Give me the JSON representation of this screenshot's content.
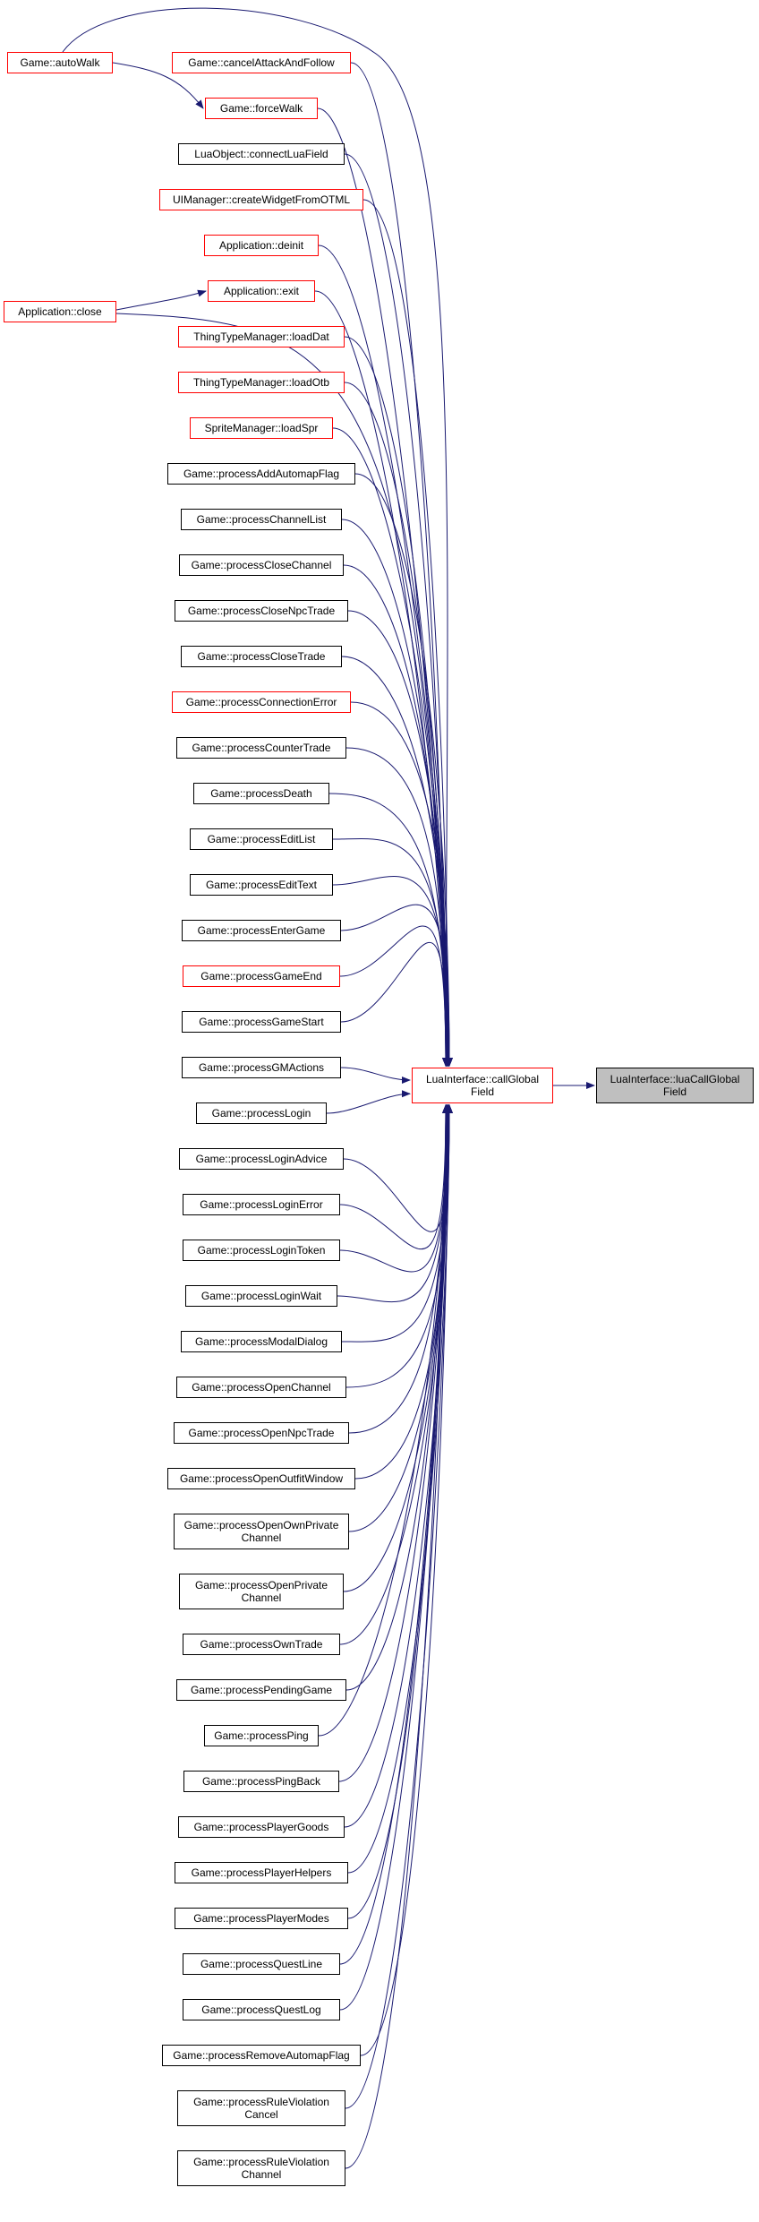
{
  "colors": {
    "edge": "#191970",
    "node_border": "#000000",
    "node_border_incomplete": "#ff0000",
    "target_fill": "#bfbfbf"
  },
  "nodes": {
    "luaCallGlobalField": "LuaInterface::luaCallGlobal\nField",
    "callGlobalField": "LuaInterface::callGlobal\nField",
    "autoWalk": "Game::autoWalk",
    "forceWalk": "Game::forceWalk",
    "appClose": "Application::close",
    "appExit": "Application::exit",
    "callers": [
      "Game::cancelAttackAndFollow",
      "Game::forceWalk",
      "LuaObject::connectLuaField",
      "UIManager::createWidgetFromOTML",
      "Application::deinit",
      "Application::exit",
      "ThingTypeManager::loadDat",
      "ThingTypeManager::loadOtb",
      "SpriteManager::loadSpr",
      "Game::processAddAutomapFlag",
      "Game::processChannelList",
      "Game::processCloseChannel",
      "Game::processCloseNpcTrade",
      "Game::processCloseTrade",
      "Game::processConnectionError",
      "Game::processCounterTrade",
      "Game::processDeath",
      "Game::processEditList",
      "Game::processEditText",
      "Game::processEnterGame",
      "Game::processGameEnd",
      "Game::processGameStart",
      "Game::processGMActions",
      "Game::processLogin",
      "Game::processLoginAdvice",
      "Game::processLoginError",
      "Game::processLoginToken",
      "Game::processLoginWait",
      "Game::processModalDialog",
      "Game::processOpenChannel",
      "Game::processOpenNpcTrade",
      "Game::processOpenOutfitWindow",
      "Game::processOpenOwnPrivate\nChannel",
      "Game::processOpenPrivate\nChannel",
      "Game::processOwnTrade",
      "Game::processPendingGame",
      "Game::processPing",
      "Game::processPingBack",
      "Game::processPlayerGoods",
      "Game::processPlayerHelpers",
      "Game::processPlayerModes",
      "Game::processQuestLine",
      "Game::processQuestLog",
      "Game::processRemoveAutomapFlag",
      "Game::processRuleViolation\nCancel",
      "Game::processRuleViolation\nChannel"
    ]
  }
}
